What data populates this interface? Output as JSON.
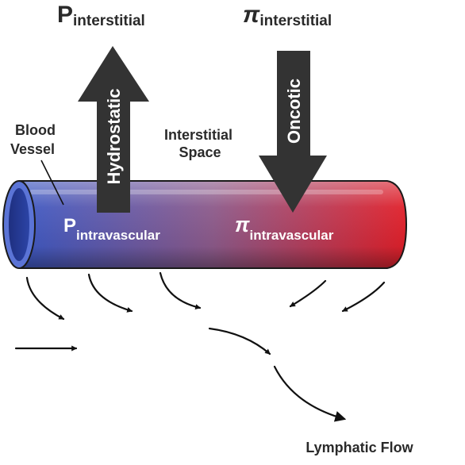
{
  "pressures": {
    "p_interstitial": {
      "symbol": "P",
      "subscript": "interstitial"
    },
    "pi_interstitial": {
      "symbol": "π",
      "subscript": "interstitial"
    },
    "p_intravascular": {
      "symbol": "P",
      "subscript": "intravascular"
    },
    "pi_intravascular": {
      "symbol": "π",
      "subscript": "intravascular"
    }
  },
  "arrows": {
    "hydrostatic": {
      "label": "Hydrostatic",
      "direction": "up",
      "color": "#333333"
    },
    "oncotic": {
      "label": "Oncotic",
      "direction": "down",
      "color": "#333333"
    }
  },
  "labels": {
    "blood_vessel_line1": "Blood",
    "blood_vessel_line2": "Vessel",
    "interstitial_space_line1": "Interstitial",
    "interstitial_space_line2": "Space",
    "lymphatic_flow": "Lymphatic Flow"
  },
  "vessel": {
    "color_start": "#3d59c4",
    "color_end": "#e0202a"
  }
}
